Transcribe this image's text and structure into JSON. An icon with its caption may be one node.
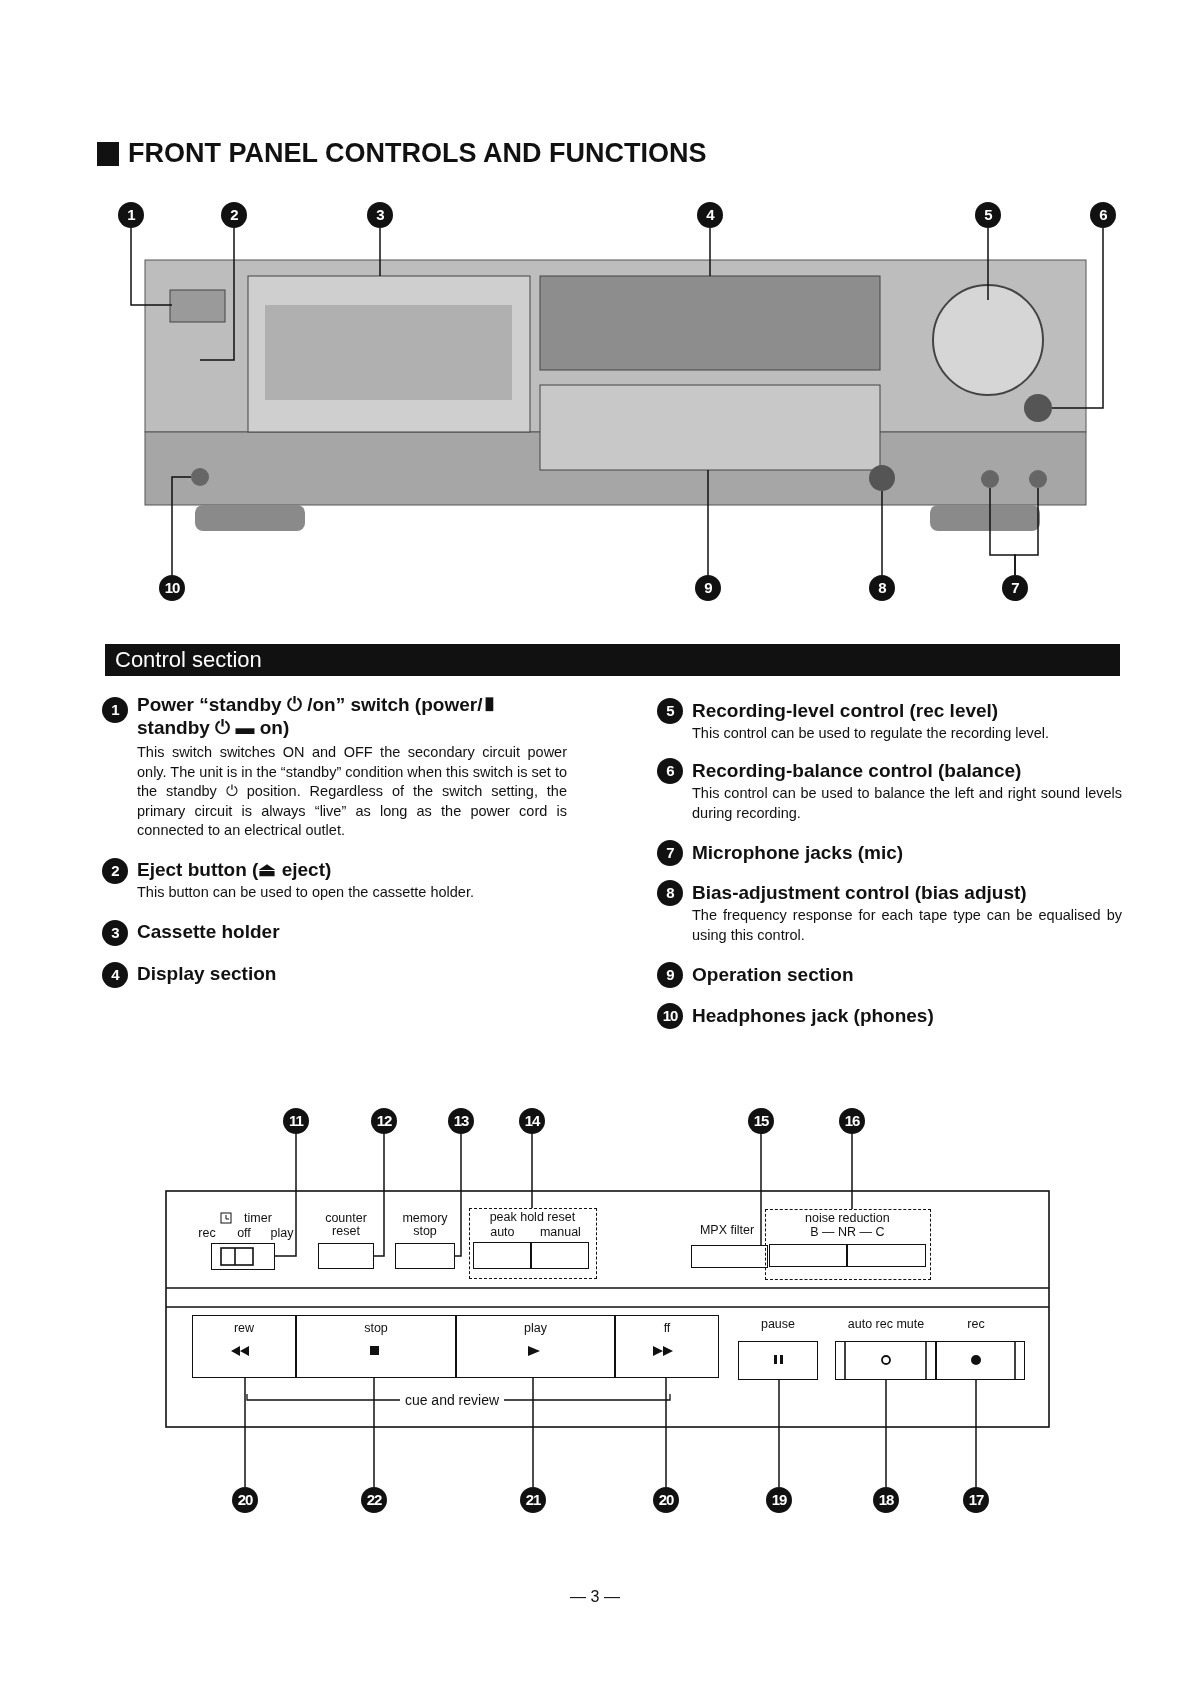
{
  "diagram": {
    "title": "FRONT PANEL CONTROLS AND FUNCTIONS",
    "nodes": [
      {
        "text": [
          "1"
        ]
      },
      {
        "text": [
          "2"
        ]
      },
      {
        "text": [
          "3"
        ]
      },
      {
        "text": [
          "4"
        ]
      },
      {
        "text": [
          "5"
        ]
      },
      {
        "text": [
          "6"
        ]
      },
      {
        "text": [],
        "shape": "picture"
      },
      {
        "text": [
          "10"
        ]
      },
      {
        "text": [
          "9"
        ]
      },
      {
        "text": [
          "8"
        ]
      },
      {
        "text": [
          "7"
        ]
      },
      {
        "text": [
          "1"
        ]
      },
      {
        "text": [
          "2"
        ]
      },
      {
        "text": [
          "3"
        ]
      },
      {
        "text": [
          "4"
        ]
      },
      {
        "text": [
          "5"
        ]
      },
      {
        "text": [
          "6"
        ]
      },
      {
        "text": [
          "7"
        ]
      },
      {
        "text": [
          "8"
        ]
      },
      {
        "text": [
          "9"
        ]
      },
      {
        "text": [
          "10"
        ]
      },
      {
        "text": [
          "11"
        ]
      },
      {
        "text": [
          "12"
        ]
      },
      {
        "text": [
          "13"
        ]
      },
      {
        "text": [
          "14"
        ]
      },
      {
        "text": [
          "15"
        ]
      },
      {
        "text": [
          "16"
        ]
      },
      {
        "text": [
          "timer",
          "rec",
          "off",
          "play"
        ]
      },
      {
        "text": [
          "counter reset"
        ]
      },
      {
        "text": [
          "memory stop"
        ]
      },
      {
        "text": [
          "peak hold reset",
          "auto",
          "manual"
        ]
      },
      {
        "text": [
          "MPX filter"
        ]
      },
      {
        "text": [
          "noise reduction",
          "B — NR — C"
        ]
      },
      {
        "text": [
          "rew"
        ]
      },
      {
        "text": [
          "stop"
        ]
      },
      {
        "text": [
          "play"
        ]
      },
      {
        "text": [
          "ff"
        ]
      },
      {
        "text": [
          "pause"
        ]
      },
      {
        "text": [
          "auto rec mute"
        ]
      },
      {
        "text": [
          "rec"
        ]
      },
      {
        "text": [
          "20"
        ]
      },
      {
        "text": [
          "22"
        ]
      },
      {
        "text": [
          "21"
        ]
      },
      {
        "text": [
          "20"
        ]
      },
      {
        "text": [
          "19"
        ]
      },
      {
        "text": [
          "18"
        ]
      },
      {
        "text": [
          "17"
        ]
      }
    ],
    "edges": [
      {
        "from": 0,
        "to": 6,
        "arrow": "none"
      },
      {
        "from": 1,
        "to": 6,
        "arrow": "none"
      },
      {
        "from": 2,
        "to": 6,
        "arrow": "none"
      },
      {
        "from": 3,
        "to": 6,
        "arrow": "none"
      },
      {
        "from": 4,
        "to": 6,
        "arrow": "none"
      },
      {
        "from": 5,
        "to": 6,
        "arrow": "none"
      },
      {
        "from": 7,
        "to": 6,
        "arrow": "none"
      },
      {
        "from": 8,
        "to": 6,
        "arrow": "none"
      },
      {
        "from": 9,
        "to": 6,
        "arrow": "none"
      },
      {
        "from": 10,
        "to": 6,
        "arrow": "none"
      },
      {
        "from": 10,
        "to": 6,
        "arrow": "none"
      },
      {
        "from": 21,
        "to": 27,
        "arrow": "none"
      },
      {
        "from": 22,
        "to": 28,
        "arrow": "none"
      },
      {
        "from": 23,
        "to": 29,
        "arrow": "none"
      },
      {
        "from": 24,
        "to": 30,
        "arrow": "none"
      },
      {
        "from": 25,
        "to": 31,
        "arrow": "none"
      },
      {
        "from": 26,
        "to": 32,
        "arrow": "none"
      },
      {
        "from": 40,
        "to": 33,
        "arrow": "none"
      },
      {
        "from": 41,
        "to": 34,
        "arrow": "none"
      },
      {
        "from": 42,
        "to": 35,
        "arrow": "none"
      },
      {
        "from": 43,
        "to": 36,
        "arrow": "none"
      },
      {
        "from": 44,
        "to": 37,
        "arrow": "none"
      },
      {
        "from": 45,
        "to": 38,
        "arrow": "none"
      },
      {
        "from": 46,
        "to": 39,
        "arrow": "none"
      }
    ],
    "labels": [
      "Control section",
      "Power “standby ⏻ /on” switch (power/▮ standby ⏻ ▬ on)",
      "This switch switches ON and OFF the secondary circuit power only. The unit is in the “standby” condition when this switch is set to the standby ⏻ position. Regardless of the switch setting, the primary circuit is always “live” as long as the power cord is connected to an electrical outlet.",
      "Eject button (⏏ eject)",
      "This button can be used to open the cassette holder.",
      "Cassette holder",
      "Display section",
      "Recording-level control (rec level)",
      "This control can be used to regulate the recording level.",
      "Recording-balance control (balance)",
      "This control can be used to balance the left and right sound levels during recording.",
      "Microphone jacks (mic)",
      "Bias-adjustment control (bias adjust)",
      "The frequency response for each tape type can be equalised by using this control.",
      "Operation section",
      "Headphones jack (phones)",
      "cue and review",
      "— 3 —"
    ]
  }
}
